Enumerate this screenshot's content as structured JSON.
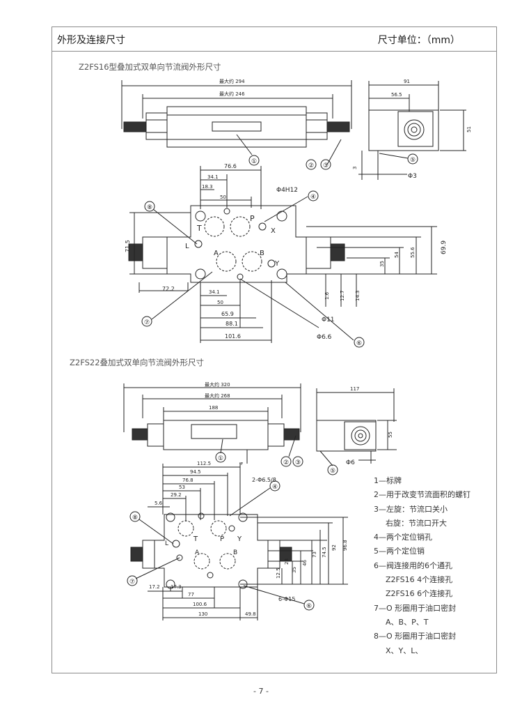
{
  "header": {
    "title": "外形及连接尺寸",
    "unit": "尺寸单位：（mm）"
  },
  "section1": {
    "title": "Z2FS16型叠加式双单向节流阀外形尺寸",
    "dims": {
      "max294": "最大约 294",
      "max246": "最大约 246",
      "d91": "91",
      "d56_5": "56.5",
      "d51": "51",
      "d3": "3",
      "phi3": "Φ3",
      "d76_6": "76.6",
      "d34_1": "34.1",
      "d18_3": "18.3",
      "d50": "50",
      "phi4h12": "Φ4H12",
      "d71_5": "71.5",
      "d72_2": "72.2",
      "d34_1b": "34.1",
      "d50b": "50",
      "d65_9": "65.9",
      "d88_1": "88.1",
      "d101_6": "101.6",
      "d69_9": "69.9",
      "d55_6": "55.6",
      "d54": "54",
      "d35": "35",
      "d1_6": "1.6",
      "d12_7": "12.7",
      "d14_3": "14.3",
      "phi11": "Φ11",
      "phi6_6": "Φ6.6"
    },
    "ports": {
      "T": "T",
      "P": "P",
      "X": "X",
      "L": "L",
      "A": "A",
      "B": "B",
      "Y": "Y"
    },
    "callouts": [
      "①",
      "②",
      "③",
      "④",
      "⑤",
      "⑥",
      "⑦",
      "⑧"
    ]
  },
  "section2": {
    "title": "Z2FS22叠加式双单向节流阀外形尺寸",
    "dims": {
      "max320": "最大约 320",
      "max268": "最大约 268",
      "d188": "188",
      "d117": "117",
      "d55": "55",
      "phi6": "Φ6",
      "d4": "4",
      "d112_5": "112.5",
      "d94_5": "94.5",
      "d76_8": "76.8",
      "d53": "53",
      "d29_2": "29.2",
      "d5_6": "5.6",
      "hole2": "2-Φ6.5/8",
      "d17_2": "17.2",
      "d17_3": "17.3",
      "d77": "77",
      "d100_6": "100.6",
      "d130": "130",
      "d49_8": "49.8",
      "hole6": "6-Φ15",
      "d96_8": "96.8",
      "d92": "92",
      "d74_5": "74.5",
      "d73": "73",
      "d46": "46",
      "d35": "35",
      "d28": "28",
      "d12_5": "12.5"
    },
    "ports": {
      "T": "T",
      "P": "P",
      "Y": "Y",
      "L": "L",
      "A": "A",
      "B": "B"
    },
    "callouts": [
      "①",
      "②",
      "③",
      "④",
      "⑤",
      "⑥",
      "⑦",
      "⑧"
    ]
  },
  "legend": [
    "1—标牌",
    "2—用于改变节流面积的螺钉",
    "3—左旋：节流口关小",
    "右旋：节流口开大",
    "4—两个定位销孔",
    "5—两个定位销",
    "6—阀连接用的6个通孔",
    "Z2FS16 4个连接孔",
    "Z2FS16 6个连接孔",
    "7—O 形圈用于油口密封",
    "A、B、P、T",
    "8—O 形圈用于油口密封",
    "X、Y、L、"
  ],
  "footer": {
    "page": "- 7 -"
  }
}
